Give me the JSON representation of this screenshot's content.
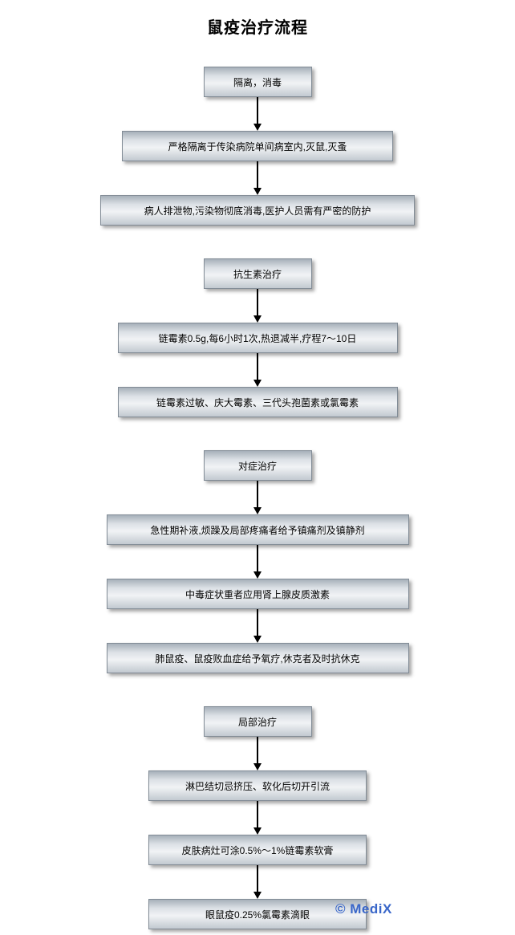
{
  "title": "鼠疫治疗流程",
  "watermark": "© MediX",
  "accent_colors": {
    "box_border": "#828c96",
    "box_fill_light": "#f1f3f5",
    "box_fill_dark": "#a6b0ba",
    "arrow": "#000000",
    "watermark_blue": "#3a67c9"
  },
  "sections": [
    {
      "header": "隔离，消毒",
      "steps": [
        "严格隔离于传染病院单间病室内,灭鼠,灭蚤",
        "病人排泄物,污染物彻底消毒,医护人员需有严密的防护"
      ]
    },
    {
      "header": "抗生素治疗",
      "steps": [
        "链霉素0.5g,每6小时1次,热退减半,疗程7～10日",
        "链霉素过敏、庆大霉素、三代头孢菌素或氯霉素"
      ]
    },
    {
      "header": "对症治疗",
      "steps": [
        "急性期补液,烦躁及局部疼痛者给予镇痛剂及镇静剂",
        "中毒症状重者应用肾上腺皮质激素",
        "肺鼠疫、鼠疫败血症给予氧疗,休克者及时抗休克"
      ]
    },
    {
      "header": "局部治疗",
      "steps": [
        "淋巴结切忌挤压、软化后切开引流",
        "皮肤病灶可涂0.5%～1%链霉素软膏",
        "眼鼠疫0.25%氯霉素滴眼"
      ]
    }
  ]
}
